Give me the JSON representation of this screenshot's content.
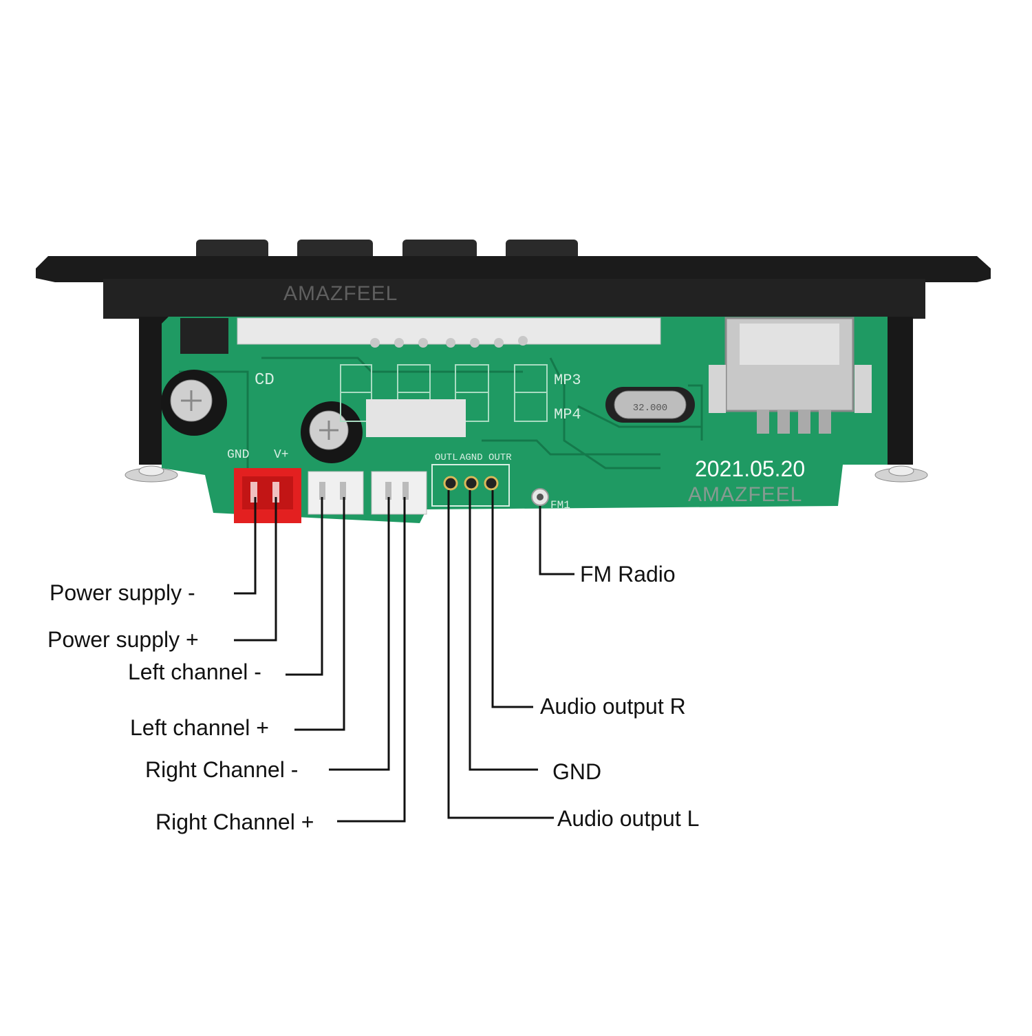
{
  "brand": {
    "watermark_top": "AMAZFEEL",
    "watermark_board": "AMAZFEEL"
  },
  "board": {
    "date_print": "2021.05.20",
    "silk_cd": "CD",
    "silk_mp3": "MP3",
    "silk_mp4": "MP4",
    "silk_gnd": "GND",
    "silk_vplus": "V+",
    "silk_out_l": "OUTL",
    "silk_agnd": "AGND",
    "silk_out_r": "OUTR",
    "silk_fm": "FM1",
    "crystal": "32.000",
    "pcb_color": "#1f9a63",
    "frame_color": "#1b1b1b"
  },
  "labels": {
    "power_minus": "Power supply -",
    "power_plus": "Power supply +",
    "left_minus": "Left channel -",
    "left_plus": "Left channel +",
    "right_minus": "Right Channel -",
    "right_plus": "Right Channel +",
    "fm_radio": "FM Radio",
    "audio_r": "Audio output R",
    "gnd": "GND",
    "audio_l": "Audio output L"
  }
}
